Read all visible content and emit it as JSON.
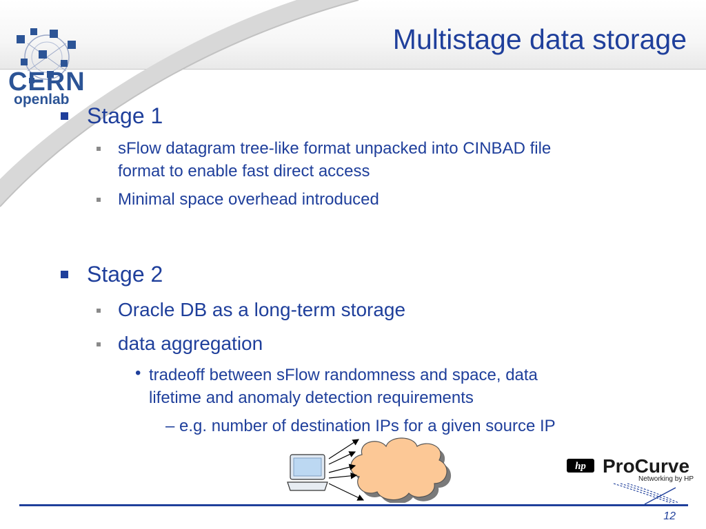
{
  "slide": {
    "title": "Multistage data storage",
    "page_number": "12"
  },
  "logo": {
    "cern_text": "CERN",
    "openlab_text": "openlab"
  },
  "partner_logo": {
    "brand": "ProCurve",
    "tagline": "Networking by HP",
    "hp_mark": "hp"
  },
  "bullets": {
    "stage1": {
      "label": "Stage 1",
      "items": [
        "sFlow datagram tree-like format unpacked into CINBAD file",
        "format to enable fast direct access",
        "Minimal space overhead introduced"
      ]
    },
    "stage2": {
      "label": "Stage 2",
      "items": [
        "Oracle DB as a long-term storage",
        "data aggregation"
      ],
      "sub": [
        "tradeoff between sFlow randomness and space, data",
        "lifetime and anomaly detection requirements"
      ],
      "subsub": "– e.g. number of destination IPs for a given source IP"
    }
  },
  "colors": {
    "accent": "#1f3f9b",
    "cloud": "#fcc896",
    "logo": "#2c5496"
  }
}
